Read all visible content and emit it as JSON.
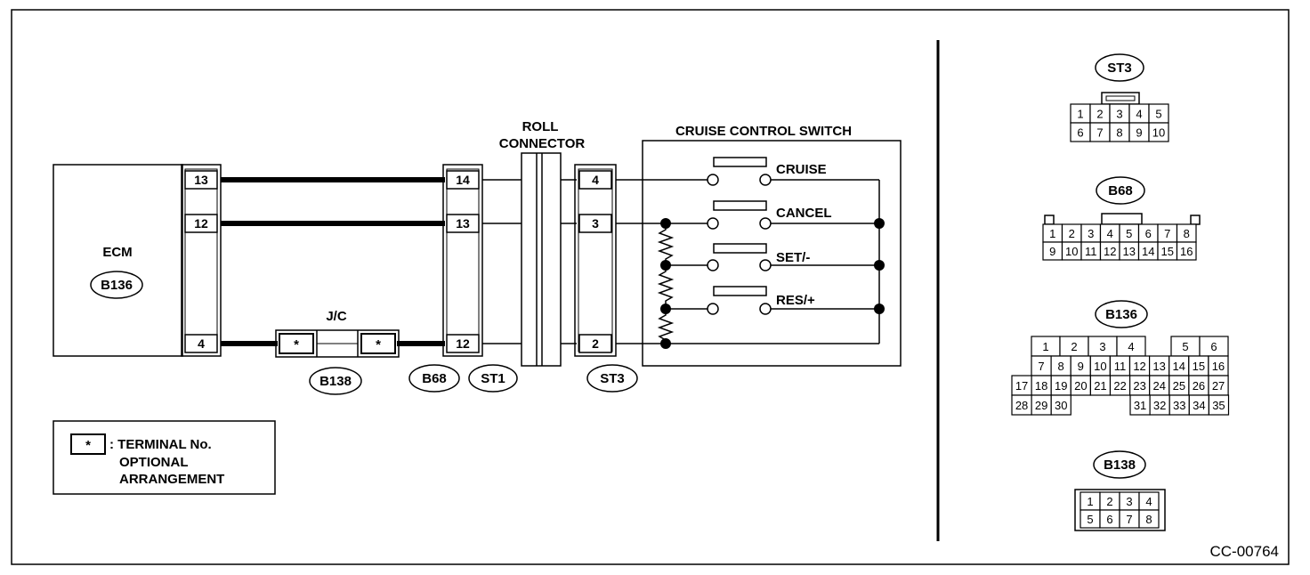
{
  "ecm": {
    "title": "ECM",
    "connector": "B136",
    "pins": [
      "13",
      "12",
      "4"
    ]
  },
  "jc": {
    "title": "J/C",
    "connector": "B138",
    "star": "*"
  },
  "b68": {
    "connector": "B68",
    "pins": [
      "14",
      "13",
      "12"
    ]
  },
  "st1": {
    "connector": "ST1"
  },
  "roll": {
    "line1": "ROLL",
    "line2": "CONNECTOR"
  },
  "st3": {
    "connector": "ST3",
    "pins": [
      "4",
      "3",
      "2"
    ]
  },
  "switch_box": {
    "title": "CRUISE CONTROL SWITCH",
    "switches": [
      "CRUISE",
      "CANCEL",
      "SET/-",
      "RES/+"
    ]
  },
  "legend": {
    "star": "*",
    "line1": ": TERMINAL No.",
    "line2": "OPTIONAL",
    "line3": "ARRANGEMENT"
  },
  "connectors": {
    "st3": {
      "label": "ST3",
      "row1": [
        "1",
        "2",
        "3",
        "4",
        "5"
      ],
      "row2": [
        "6",
        "7",
        "8",
        "9",
        "10"
      ]
    },
    "b68": {
      "label": "B68",
      "row1": [
        "1",
        "2",
        "3",
        "4",
        "5",
        "6",
        "7",
        "8"
      ],
      "row2": [
        "9",
        "10",
        "11",
        "12",
        "13",
        "14",
        "15",
        "16"
      ]
    },
    "b136": {
      "label": "B136",
      "row1": [
        "1",
        "2",
        "3",
        "4",
        "",
        "5",
        "6"
      ],
      "row2": [
        "7",
        "8",
        "9",
        "10",
        "11",
        "12",
        "13",
        "14",
        "15",
        "16"
      ],
      "row3": [
        "17",
        "18",
        "19",
        "20",
        "21",
        "22",
        "23",
        "24",
        "25",
        "26",
        "27"
      ],
      "row4a": [
        "28",
        "29",
        "30"
      ],
      "row4b": [
        "31",
        "32",
        "33",
        "34",
        "35"
      ]
    },
    "b138": {
      "label": "B138",
      "row1": [
        "1",
        "2",
        "3",
        "4"
      ],
      "row2": [
        "5",
        "6",
        "7",
        "8"
      ]
    }
  },
  "footer": {
    "code": "CC-00764"
  }
}
